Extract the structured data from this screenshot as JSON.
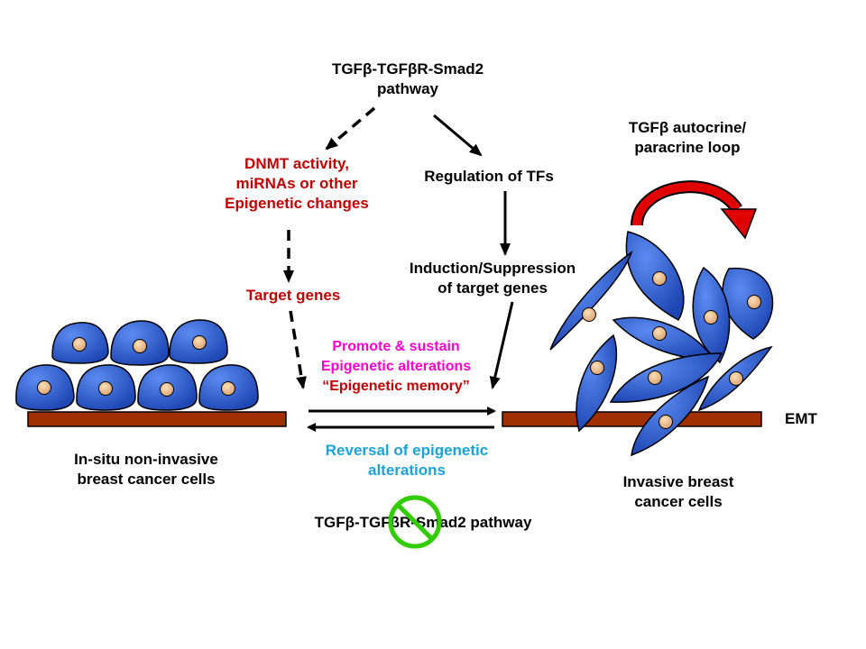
{
  "colors": {
    "cell": "#1e50c8",
    "cell_highlight": "#5c8cf0",
    "nucleus": "#f0c090",
    "membrane": "#a03000",
    "dnmt_text": "#c00000",
    "promote_text": "#ff00cc",
    "reversal_text": "#1aa3d9",
    "loop_arrow": "#e00000",
    "inhibit_sign": "#33cc00"
  },
  "labels": {
    "top_pathway_line1": "TGFβ-TGFβR-Smad2",
    "top_pathway_line2": "pathway",
    "dnmt_line1": "DNMT activity,",
    "dnmt_line2": "miRNAs or other",
    "dnmt_line3": "Epigenetic changes",
    "regulation_tfs": "Regulation of TFs",
    "autocrine_line1": "TGFβ autocrine/",
    "autocrine_line2": "paracrine loop",
    "induction_line1": "Induction/Suppression",
    "induction_line2": "of target genes",
    "target_genes": "Target genes",
    "promote_line1": "Promote & sustain",
    "promote_line2": "Epigenetic alterations",
    "promote_line3": "“Epigenetic memory”",
    "emt": "EMT",
    "insitu_line1": "In-situ non-invasive",
    "insitu_line2": "breast cancer cells",
    "reversal_line1": "Reversal of epigenetic",
    "reversal_line2": "alterations",
    "invasive_line1": "Invasive breast",
    "invasive_line2": "cancer cells",
    "bottom_pathway": "TGFβ-TGFβR-Smad2 pathway"
  },
  "icons": {
    "inhibit": "prohibition-sign-icon",
    "loop": "curved-arrow-icon"
  }
}
